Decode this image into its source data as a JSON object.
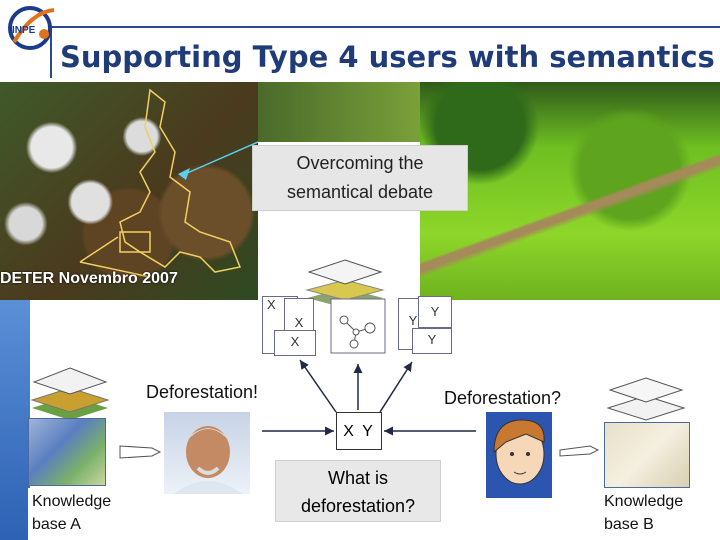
{
  "slide": {
    "title": "Supporting Type 4 users with semantics",
    "satellite_caption": "DETER Novembro 2007",
    "callout": "Overcoming the semantical debate",
    "left_statement": "Deforestation!",
    "right_question": "Deforestation?",
    "center_question": "What is deforestation?",
    "center_box": "X Y",
    "card_left_letters": [
      "X",
      "X",
      "X"
    ],
    "card_right_letters": [
      "Y",
      "Y",
      "Y"
    ],
    "kb_left": "Knowledge base A",
    "kb_right": "Knowledge base B",
    "logo_text": "INPE"
  },
  "colors": {
    "title": "#1f3c78",
    "accent_band": "#2d62b4",
    "arrow": "#1f2a44"
  }
}
